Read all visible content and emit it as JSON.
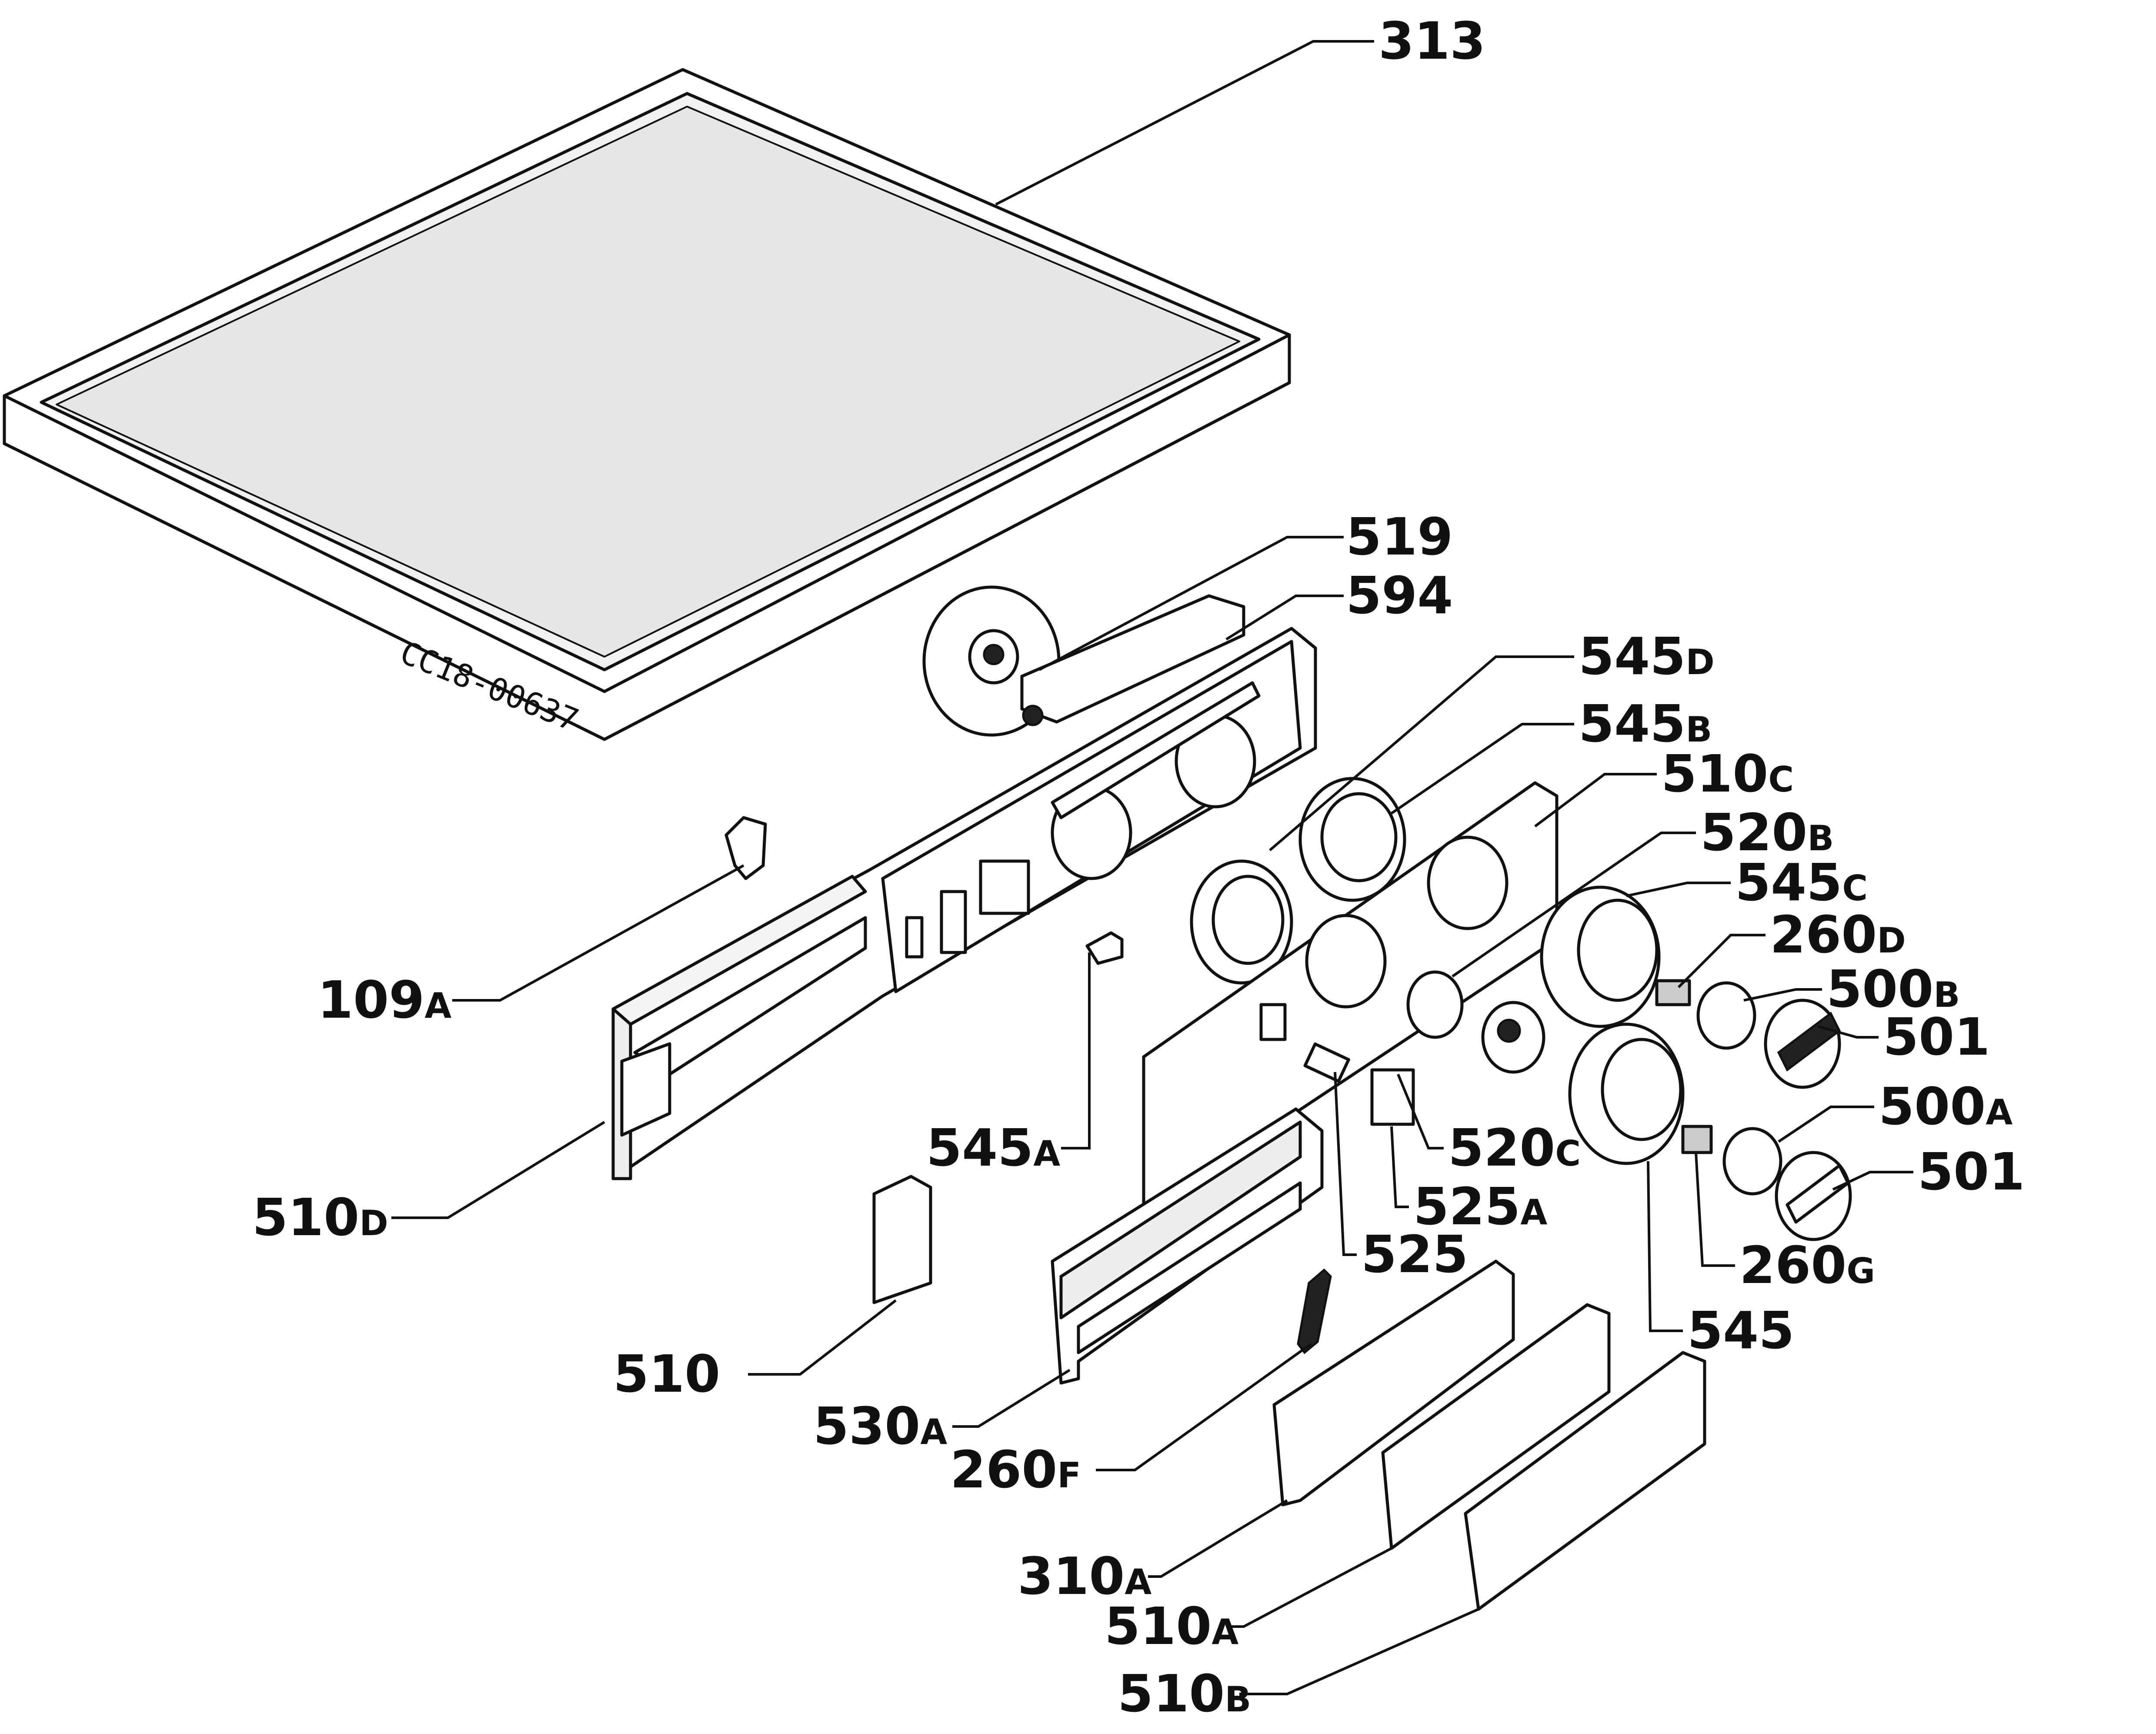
{
  "diagram": {
    "drawing_code": "CC18-00637",
    "labels": [
      {
        "id": "313",
        "num": "313",
        "suf": ""
      },
      {
        "id": "519",
        "num": "519",
        "suf": ""
      },
      {
        "id": "594",
        "num": "594",
        "suf": ""
      },
      {
        "id": "545d",
        "num": "545",
        "suf": "D"
      },
      {
        "id": "545b",
        "num": "545",
        "suf": "B"
      },
      {
        "id": "510c",
        "num": "510",
        "suf": "C"
      },
      {
        "id": "520b",
        "num": "520",
        "suf": "B"
      },
      {
        "id": "545c",
        "num": "545",
        "suf": "C"
      },
      {
        "id": "260d",
        "num": "260",
        "suf": "D"
      },
      {
        "id": "500b",
        "num": "500",
        "suf": "B"
      },
      {
        "id": "501-upper",
        "num": "501",
        "suf": ""
      },
      {
        "id": "500a",
        "num": "500",
        "suf": "A"
      },
      {
        "id": "501-lower",
        "num": "501",
        "suf": ""
      },
      {
        "id": "109a",
        "num": "109",
        "suf": "A"
      },
      {
        "id": "545a",
        "num": "545",
        "suf": "A"
      },
      {
        "id": "520c",
        "num": "520",
        "suf": "C"
      },
      {
        "id": "525a",
        "num": "525",
        "suf": "A"
      },
      {
        "id": "525",
        "num": "525",
        "suf": ""
      },
      {
        "id": "510d",
        "num": "510",
        "suf": "D"
      },
      {
        "id": "510",
        "num": "510",
        "suf": ""
      },
      {
        "id": "260g",
        "num": "260",
        "suf": "G"
      },
      {
        "id": "545",
        "num": "545",
        "suf": ""
      },
      {
        "id": "530a",
        "num": "530",
        "suf": "A"
      },
      {
        "id": "260f",
        "num": "260",
        "suf": "F"
      },
      {
        "id": "310a",
        "num": "310",
        "suf": "A"
      },
      {
        "id": "510a",
        "num": "510",
        "suf": "A"
      },
      {
        "id": "510b",
        "num": "510",
        "suf": "B"
      }
    ]
  }
}
